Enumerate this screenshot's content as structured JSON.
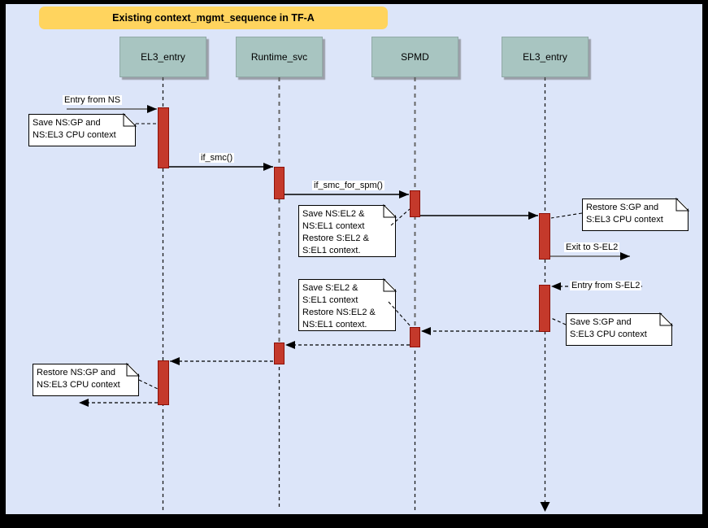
{
  "title": {
    "text": "Existing context_mgmt_sequence in TF-A"
  },
  "actors": [
    {
      "label": "EL3_entry"
    },
    {
      "label": "Runtime_svc"
    },
    {
      "label": "SPMD"
    },
    {
      "label": "EL3_entry"
    }
  ],
  "messages": {
    "entry_from_ns": "Entry from NS",
    "if_smc": "if_smc()",
    "if_smc_for_spm": "if_smc_for_spm()",
    "exit_to_s_el2": "Exit to S-EL2",
    "entry_from_s_el2": "Entry from S-EL2"
  },
  "notes": {
    "save_ns_gp": "Save NS:GP and\nNS:EL3 CPU context",
    "save_ns_el2": "Save NS:EL2 &\nNS:EL1 context\nRestore S:EL2 &\nS:EL1 context.",
    "restore_s_gp": "Restore S:GP and\nS:EL3 CPU context",
    "save_s_el2": "Save S:EL2 &\nS:EL1 context\nRestore NS:EL2 &\nNS:EL1 context.",
    "save_s_gp": "Save S:GP and\nS:EL3 CPU context",
    "restore_ns_gp": "Restore NS:GP and\nNS:EL3 CPU context"
  },
  "colors": {
    "frame": "#000000",
    "canvas_bg": "#dce5f9",
    "title_bg": "#FFD45E",
    "actor_fill": "#A8C5C1",
    "activation_fill": "#C4392B",
    "activation_border": "#8C1007",
    "note_fill": "#FFFFFF",
    "lifeline": "#1a1a1a"
  }
}
